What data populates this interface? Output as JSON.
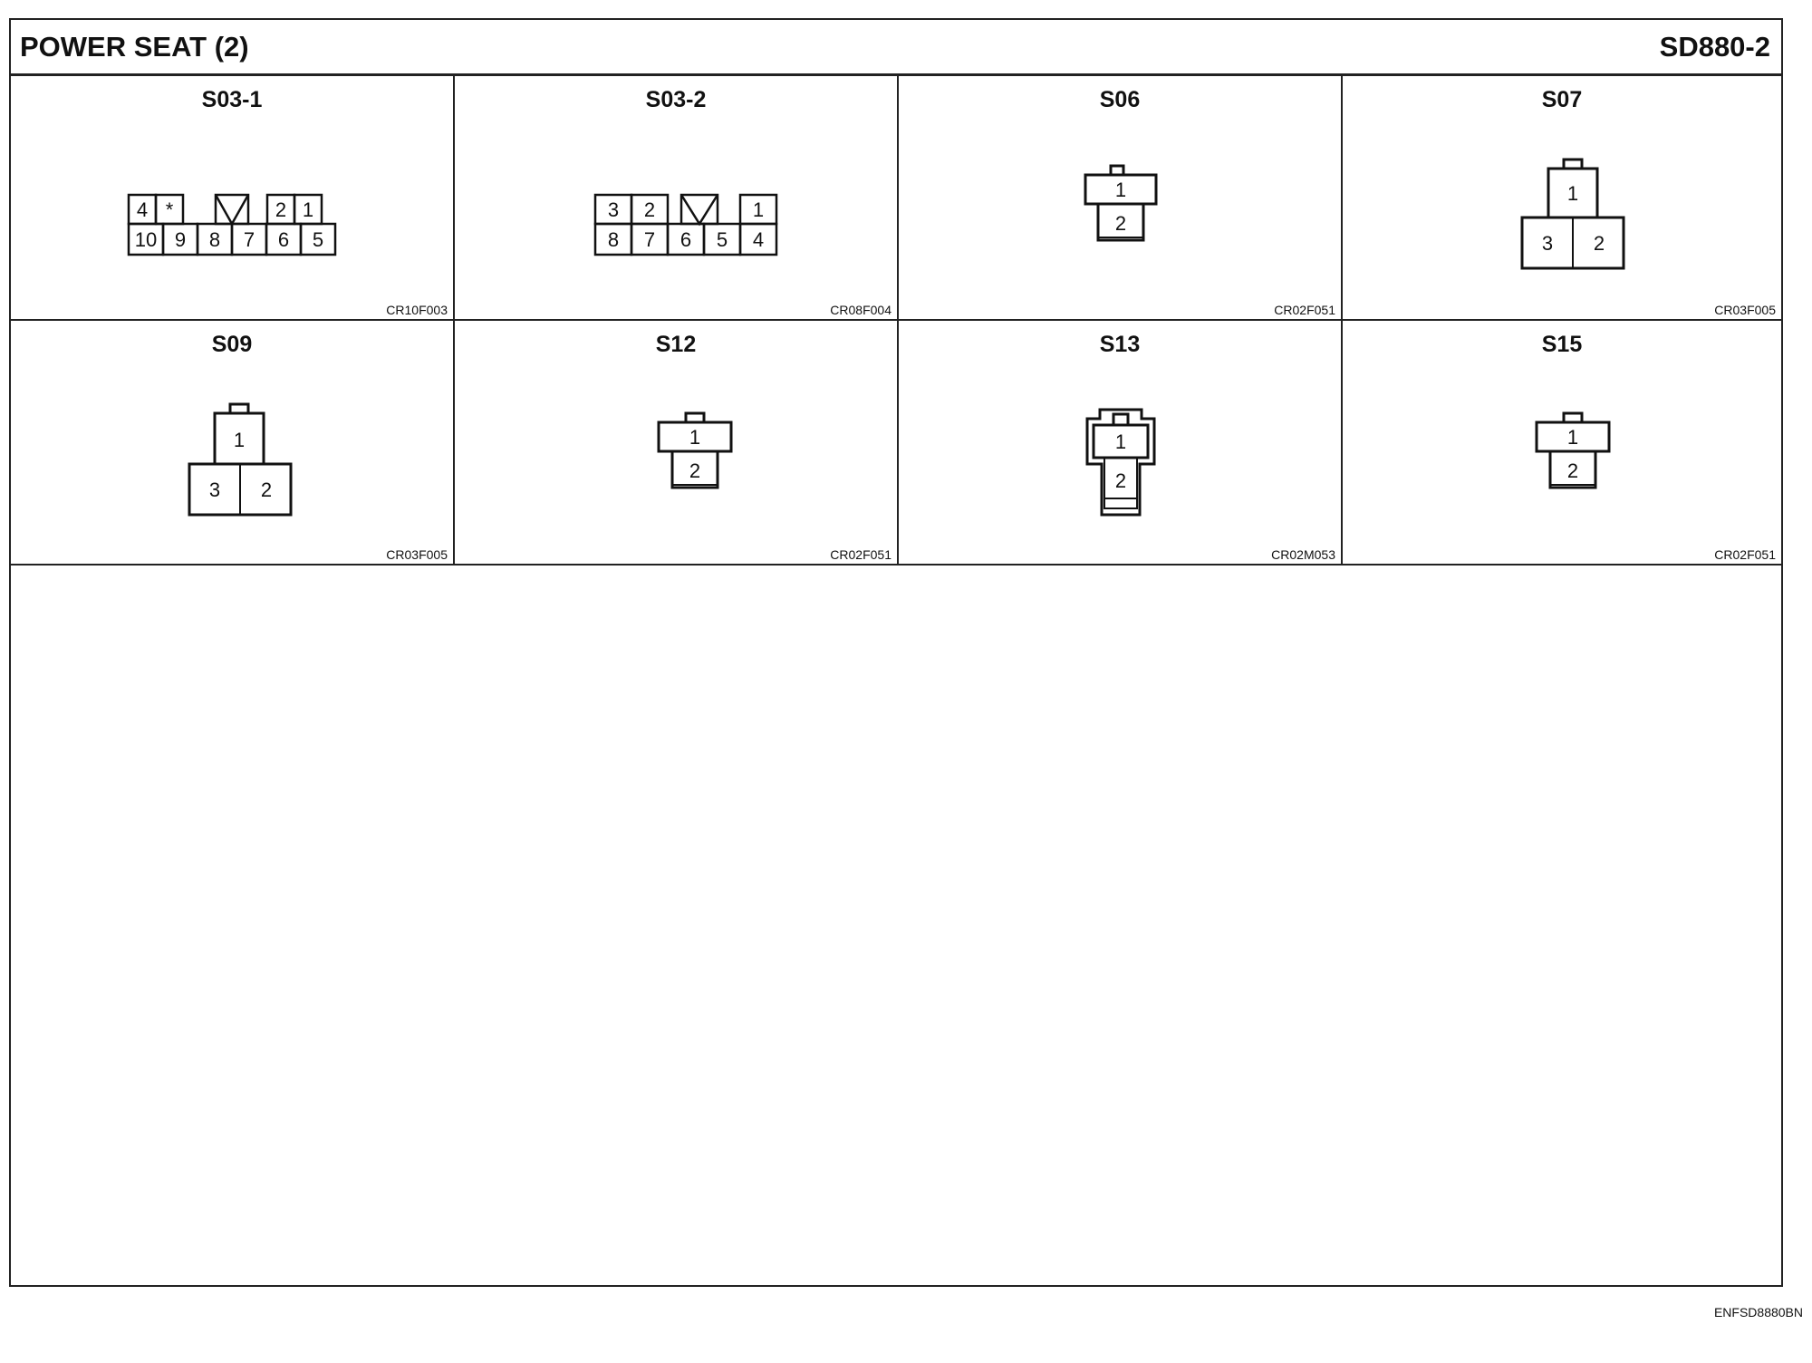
{
  "header": {
    "title": "POWER SEAT (2)",
    "doc_number": "SD880-2"
  },
  "connectors": [
    {
      "name": "S03-1",
      "part": "CR10F003"
    },
    {
      "name": "S03-2",
      "part": "CR08F004"
    },
    {
      "name": "S06",
      "part": "CR02F051"
    },
    {
      "name": "S07",
      "part": "CR03F005"
    },
    {
      "name": "S09",
      "part": "CR03F005"
    },
    {
      "name": "S12",
      "part": "CR02F051"
    },
    {
      "name": "S13",
      "part": "CR02M053"
    },
    {
      "name": "S15",
      "part": "CR02F051"
    }
  ],
  "pins": {
    "s03_1": {
      "top": [
        "4",
        "*",
        "2",
        "1"
      ],
      "bottom": [
        "10",
        "9",
        "8",
        "7",
        "6",
        "5"
      ]
    },
    "s03_2": {
      "top": [
        "3",
        "2",
        "1"
      ],
      "bottom": [
        "8",
        "7",
        "6",
        "5",
        "4"
      ]
    },
    "two_pin": [
      "1",
      "2"
    ],
    "three_pin": [
      "1",
      "3",
      "2"
    ]
  },
  "footer": {
    "code": "ENFSD8880BN"
  }
}
